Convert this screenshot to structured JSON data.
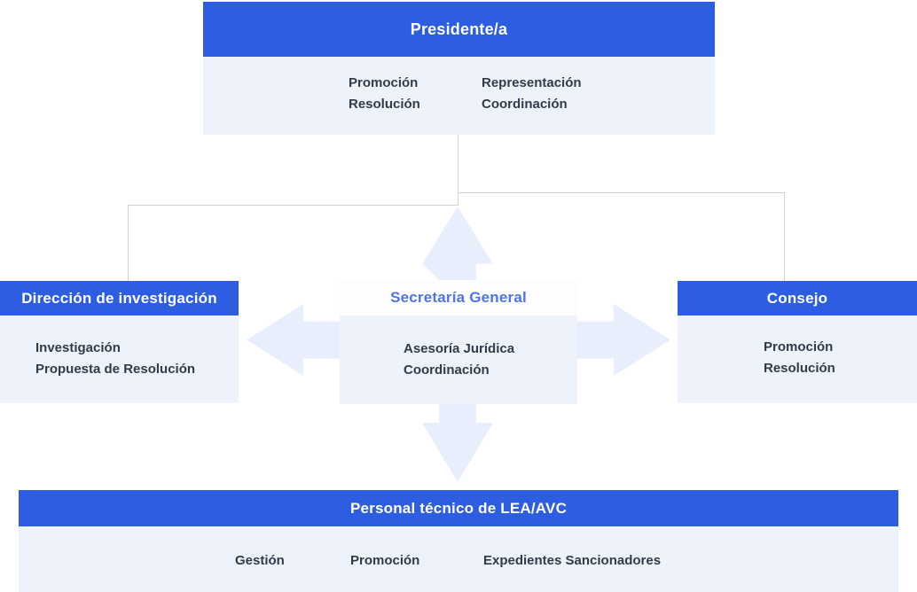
{
  "boxes": {
    "president": {
      "title": "Presidente/a",
      "items": [
        "Promoción",
        "Resolución",
        "Representación",
        "Coordinación"
      ]
    },
    "secretariat": {
      "title": "Secretaría General",
      "items": [
        "Asesoría Jurídica",
        "Coordinación"
      ]
    },
    "investigation": {
      "title": "Dirección de investigación",
      "items": [
        "Investigación",
        "Propuesta de Resolución"
      ]
    },
    "council": {
      "title": "Consejo",
      "items": [
        "Promoción",
        "Resolución"
      ]
    },
    "staff": {
      "title": "Personal técnico de LEA/AVC",
      "items": [
        "Gestión",
        "Promoción",
        "Expedientes Sancionadores"
      ]
    }
  },
  "icons": {
    "up": "arrow-up-icon",
    "down": "arrow-down-icon",
    "left": "arrow-left-icon",
    "right": "arrow-right-icon"
  },
  "colors": {
    "accent_blue": "#2d5ee2",
    "box_body": "#eef2fa",
    "arrow_fill": "#e8eefc",
    "center_header_bg": "#fdfdfe",
    "center_title_blue": "#4d74e8",
    "text_dark": "#333b48",
    "connector": "#ccd1dc",
    "header_text": "#ffffff",
    "background": "#ffffff"
  }
}
